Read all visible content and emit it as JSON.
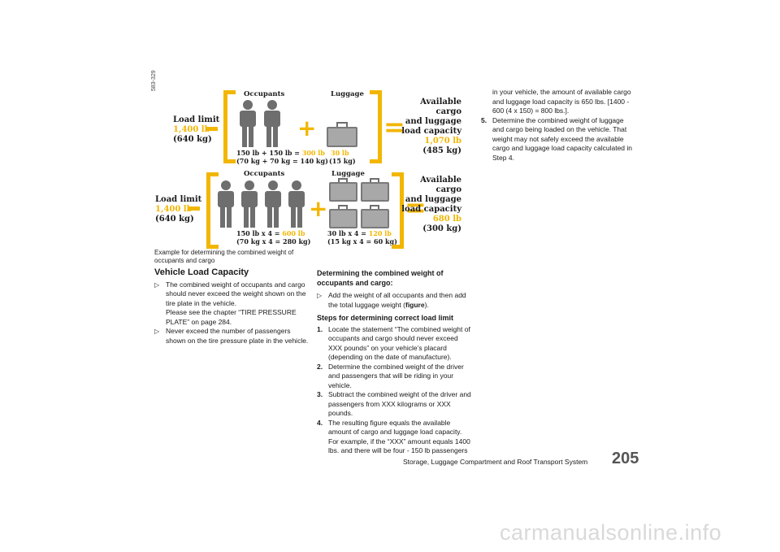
{
  "figure": {
    "code": "583-329",
    "top": {
      "load_limit": "Load limit",
      "load_lb": "1,400 lb",
      "load_kg": "(640 kg)",
      "occupants": "Occupants",
      "luggage": "Luggage",
      "avail1": "Available cargo",
      "avail2": "and luggage",
      "avail3": "load capacity",
      "avail_lb": "1,070 lb",
      "avail_kg": "(485 kg)",
      "occ_calc_a": "150 lb + 150 lb = ",
      "occ_calc_val": "300 lb",
      "occ_calc_kg": "(70 kg +  70 kg = 140 kg)",
      "lug_lb": "30 lb",
      "lug_kg": "(15 kg)"
    },
    "bottom": {
      "load_limit": "Load limit",
      "load_lb": "1,400 lb",
      "load_kg": "(640 kg)",
      "occupants": "Occupants",
      "luggage": "Luggage",
      "avail1": "Available cargo",
      "avail2": "and luggage",
      "avail3": "load capacity",
      "avail_lb": "680 lb",
      "avail_kg": "(300 kg)",
      "occ_calc_a": "150 lb x 4  = ",
      "occ_calc_val": "600 lb",
      "occ_calc_kg": "(70 kg x 4 = 280 kg)",
      "lug_calc_a": "30 lb x 4 = ",
      "lug_calc_val": "120 lb",
      "lug_calc_kg": "(15 kg x 4 = 60 kg)"
    }
  },
  "caption1": "Example for determining the combined weight of",
  "caption2": "occupants and cargo",
  "col1": {
    "heading": "Vehicle Load Capacity",
    "b1": "The combined weight of occupants and cargo should never exceed the weight shown on the tire plate in the vehicle.",
    "b1b": "Please see the chapter “TIRE PRESSURE PLATE” on page 284.",
    "b2": "Never exceed the number of passengers shown on the tire pressure plate in the vehicle."
  },
  "col2": {
    "heading": "Determining the combined weight of occupants and cargo:",
    "b1a": "Add the weight of all occupants and then add the total luggage weight (",
    "b1_fig": "figure",
    "b1c": ").",
    "steps_heading": "Steps for determining correct load limit",
    "s1": "Locate the statement “The combined weight of occupants and cargo should never exceed XXX pounds” on your vehicle’s placard (depending on the date of manufacture).",
    "s2": "Determine the combined weight of the driver and passengers that will be riding in your vehicle.",
    "s3": "Subtract the combined weight of the driver and passengers from XXX kilograms or XXX pounds.",
    "s4": "The resulting figure equals the available amount of cargo and luggage load capacity. For example, if the “XXX” amount equals 1400 lbs. and there will be four - 150 lb passengers"
  },
  "col3": {
    "cont": "in your vehicle, the amount of available cargo and luggage load capacity is 650 lbs. [1400 - 600 (4 x 150) = 800 lbs.].",
    "s5": "Determine the combined weight of luggage and cargo being loaded on the vehicle. That weight may not safely exceed the available cargo and luggage load capacity calculated in Step 4."
  },
  "step_numbers": [
    "1.",
    "2.",
    "3.",
    "4.",
    "5."
  ],
  "footer": {
    "title": "Storage, Luggage Compartment and Roof Transport System",
    "page": "205"
  },
  "watermark": "carmanualsonline.info",
  "colors": {
    "accent": "#f2b600",
    "figure_gray": "#6e6e6e"
  },
  "icons": [
    "person-icon",
    "suitcase-icon",
    "bullet-arrow-icon"
  ]
}
